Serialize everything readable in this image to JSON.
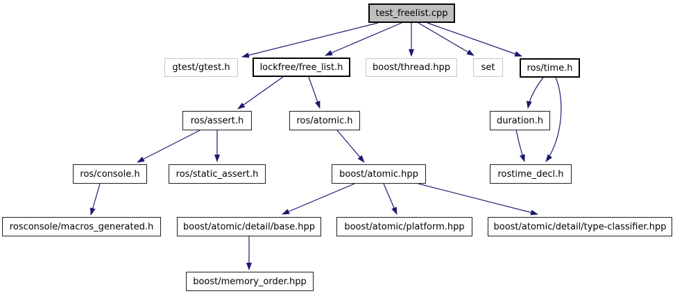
{
  "graph": {
    "kind": "include-dependency-graph",
    "edge_color": "#191970",
    "current_node_fill": "#bebebe",
    "nodes": [
      {
        "id": "test_freelist_cpp",
        "label": "test_freelist.cpp",
        "kind": "current"
      },
      {
        "id": "gtest_gtest_h",
        "label": "gtest/gtest.h",
        "kind": "external"
      },
      {
        "id": "lockfree_free_list_h",
        "label": "lockfree/free_list.h",
        "kind": "linked-bold"
      },
      {
        "id": "boost_thread_hpp",
        "label": "boost/thread.hpp",
        "kind": "external"
      },
      {
        "id": "set",
        "label": "set",
        "kind": "external"
      },
      {
        "id": "ros_time_h",
        "label": "ros/time.h",
        "kind": "linked-bold"
      },
      {
        "id": "ros_assert_h",
        "label": "ros/assert.h",
        "kind": "linked"
      },
      {
        "id": "ros_atomic_h",
        "label": "ros/atomic.h",
        "kind": "linked"
      },
      {
        "id": "duration_h",
        "label": "duration.h",
        "kind": "linked"
      },
      {
        "id": "ros_console_h",
        "label": "ros/console.h",
        "kind": "linked"
      },
      {
        "id": "ros_static_assert_h",
        "label": "ros/static_assert.h",
        "kind": "linked"
      },
      {
        "id": "boost_atomic_hpp",
        "label": "boost/atomic.hpp",
        "kind": "linked"
      },
      {
        "id": "rostime_decl_h",
        "label": "rostime_decl.h",
        "kind": "linked"
      },
      {
        "id": "rosconsole_macros_generated_h",
        "label": "rosconsole/macros_generated.h",
        "kind": "linked"
      },
      {
        "id": "boost_atomic_detail_base_hpp",
        "label": "boost/atomic/detail/base.hpp",
        "kind": "linked"
      },
      {
        "id": "boost_atomic_platform_hpp",
        "label": "boost/atomic/platform.hpp",
        "kind": "linked"
      },
      {
        "id": "boost_atomic_detail_type_classifier_hpp",
        "label": "boost/atomic/detail/type-classifier.hpp",
        "kind": "linked"
      },
      {
        "id": "boost_memory_order_hpp",
        "label": "boost/memory_order.hpp",
        "kind": "linked"
      }
    ],
    "edges": [
      {
        "from": "test_freelist.cpp",
        "to": "gtest/gtest.h"
      },
      {
        "from": "test_freelist.cpp",
        "to": "lockfree/free_list.h"
      },
      {
        "from": "test_freelist.cpp",
        "to": "boost/thread.hpp"
      },
      {
        "from": "test_freelist.cpp",
        "to": "set"
      },
      {
        "from": "test_freelist.cpp",
        "to": "ros/time.h"
      },
      {
        "from": "lockfree/free_list.h",
        "to": "ros/assert.h"
      },
      {
        "from": "lockfree/free_list.h",
        "to": "ros/atomic.h"
      },
      {
        "from": "ros/assert.h",
        "to": "ros/console.h"
      },
      {
        "from": "ros/assert.h",
        "to": "ros/static_assert.h"
      },
      {
        "from": "ros/atomic.h",
        "to": "boost/atomic.hpp"
      },
      {
        "from": "ros/time.h",
        "to": "duration.h"
      },
      {
        "from": "ros/time.h",
        "to": "rostime_decl.h"
      },
      {
        "from": "duration.h",
        "to": "rostime_decl.h"
      },
      {
        "from": "ros/console.h",
        "to": "rosconsole/macros_generated.h"
      },
      {
        "from": "boost/atomic.hpp",
        "to": "boost/atomic/detail/base.hpp"
      },
      {
        "from": "boost/atomic.hpp",
        "to": "boost/atomic/platform.hpp"
      },
      {
        "from": "boost/atomic.hpp",
        "to": "boost/atomic/detail/type-classifier.hpp"
      },
      {
        "from": "boost/atomic/detail/base.hpp",
        "to": "boost/memory_order.hpp"
      }
    ]
  }
}
